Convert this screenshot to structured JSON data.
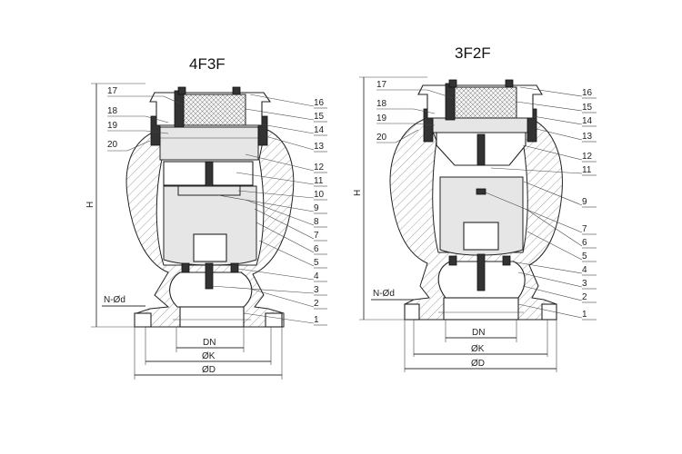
{
  "left": {
    "title": "4F3F",
    "parts_left": [
      "17",
      "18",
      "19",
      "20"
    ],
    "parts_right": [
      "16",
      "15",
      "14",
      "13",
      "12",
      "11",
      "10",
      "9",
      "8",
      "7",
      "6",
      "5",
      "4",
      "3",
      "2",
      "1"
    ],
    "dims": {
      "height": "H",
      "holes": "N-Ød",
      "dn": "DN",
      "k": "ØK",
      "d": "ØD"
    }
  },
  "right": {
    "title": "3F2F",
    "parts_left": [
      "17",
      "18",
      "19",
      "20"
    ],
    "parts_right": [
      "16",
      "15",
      "14",
      "13",
      "12",
      "11",
      "9",
      "7",
      "6",
      "5",
      "4",
      "3",
      "2",
      "1"
    ],
    "dims": {
      "height": "H",
      "holes": "N-Ød",
      "dn": "DN",
      "k": "ØK",
      "d": "ØD"
    }
  }
}
